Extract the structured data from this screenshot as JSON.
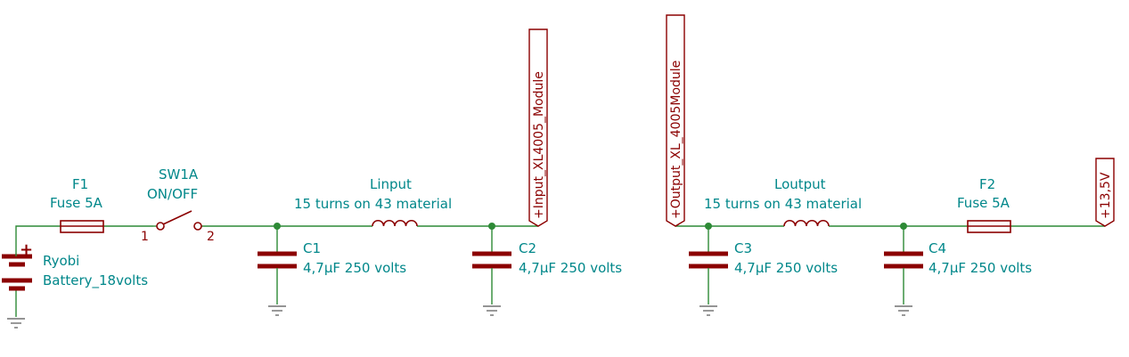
{
  "components": {
    "f1": {
      "ref": "F1",
      "value": "Fuse 5A"
    },
    "sw1a": {
      "ref": "SW1A",
      "value": "ON/OFF",
      "pin1": "1",
      "pin2": "2"
    },
    "linput": {
      "ref": "Linput",
      "value": "15 turns on 43 material"
    },
    "c1": {
      "ref": "C1",
      "value": "4,7µF 250 volts"
    },
    "c2": {
      "ref": "C2",
      "value": "4,7µF 250 volts"
    },
    "battery": {
      "ref": "Ryobi",
      "value": "Battery_18volts",
      "plus": "+"
    },
    "c3": {
      "ref": "C3",
      "value": "4,7µF 250 volts"
    },
    "c4": {
      "ref": "C4",
      "value": "4,7µF 250 volts"
    },
    "loutput": {
      "ref": "Loutput",
      "value": "15 turns on 43 material"
    },
    "f2": {
      "ref": "F2",
      "value": "Fuse 5A"
    }
  },
  "labels": {
    "input_module": "+Input_XL4005_Module",
    "output_module": "+Output_XL_4005Module",
    "out_voltage": "+13,5V"
  },
  "colors": {
    "wire": "#2d8a36",
    "component": "#8b0000",
    "text": "#00878a"
  }
}
